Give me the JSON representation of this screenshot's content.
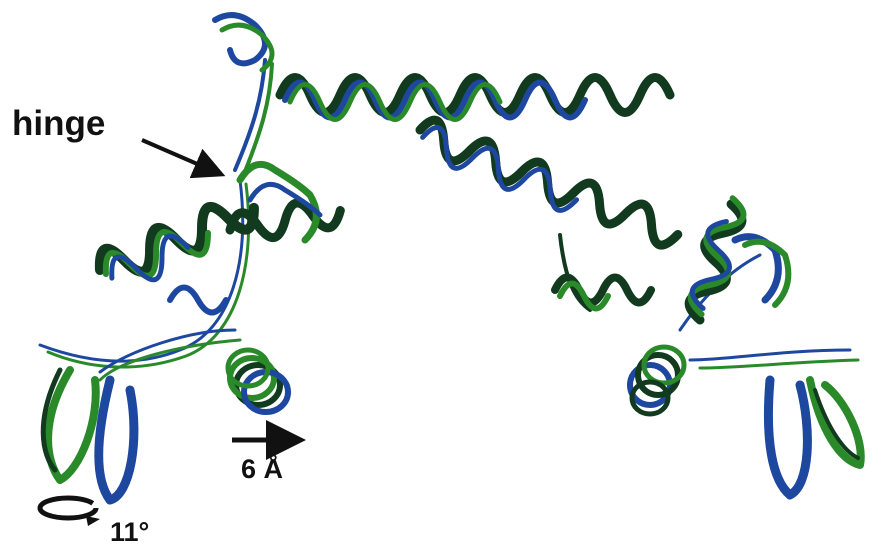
{
  "annotations": {
    "hinge": "hinge",
    "shift": "6 Å",
    "rotation": "11°"
  },
  "colors": {
    "background": "#ffffff",
    "structure_a": "#2a8a2a",
    "structure_b": "#1e48a0",
    "overlap": "#123a1e",
    "arrow": "#111111"
  },
  "icons": {
    "hinge_pointer": "arrow-icon",
    "translation": "right-arrow-icon",
    "rotation": "curved-rotation-arrow-icon"
  }
}
